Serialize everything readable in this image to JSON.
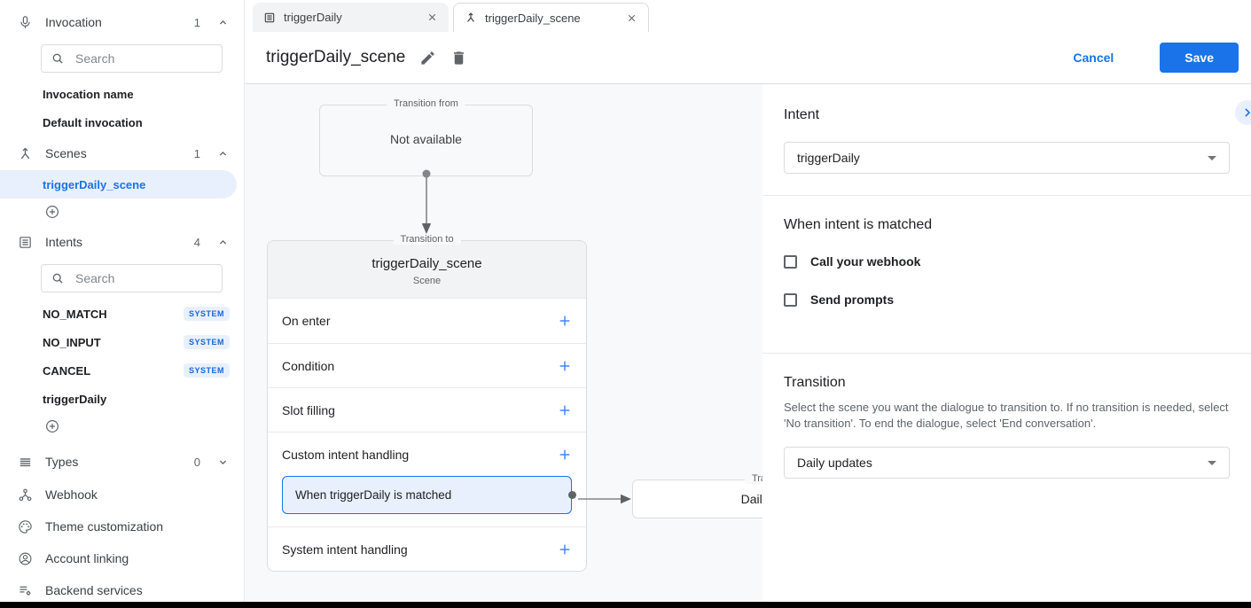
{
  "colors": {
    "accent": "#1a73e8",
    "accent_light": "#e8f0fe",
    "badge_text": "#1967d2",
    "canvas_bg": "#f8f9fa",
    "border": "#dadce0",
    "text": "#202124",
    "muted": "#5f6368"
  },
  "tabs": [
    {
      "label": "triggerDaily",
      "icon": "intent-list-icon",
      "active": false
    },
    {
      "label": "triggerDaily_scene",
      "icon": "scene-split-icon",
      "active": true
    }
  ],
  "header": {
    "title": "triggerDaily_scene",
    "cancel_label": "Cancel",
    "save_label": "Save"
  },
  "sidebar": {
    "invocation": {
      "label": "Invocation",
      "count": "1",
      "icon": "microphone-icon",
      "search_placeholder": "Search",
      "items": [
        {
          "label": "Invocation name"
        },
        {
          "label": "Default invocation"
        }
      ]
    },
    "scenes": {
      "label": "Scenes",
      "count": "1",
      "icon": "scene-split-icon",
      "items": [
        {
          "label": "triggerDaily_scene",
          "selected": true
        }
      ]
    },
    "intents": {
      "label": "Intents",
      "count": "4",
      "icon": "intent-list-icon",
      "search_placeholder": "Search",
      "items": [
        {
          "label": "NO_MATCH",
          "badge": "SYSTEM"
        },
        {
          "label": "NO_INPUT",
          "badge": "SYSTEM"
        },
        {
          "label": "CANCEL",
          "badge": "SYSTEM"
        },
        {
          "label": "triggerDaily",
          "badge": ""
        }
      ]
    },
    "types": {
      "label": "Types",
      "count": "0",
      "icon": "types-list-icon"
    },
    "links": [
      {
        "label": "Webhook",
        "icon": "webhook-icon"
      },
      {
        "label": "Theme customization",
        "icon": "palette-icon"
      },
      {
        "label": "Account linking",
        "icon": "account-circle-icon"
      },
      {
        "label": "Backend services",
        "icon": "backend-services-icon"
      }
    ]
  },
  "canvas": {
    "transition_from": {
      "legend": "Transition from",
      "content": "Not available"
    },
    "scene_card": {
      "legend": "Transition to",
      "title": "triggerDaily_scene",
      "subtitle": "Scene",
      "sections": [
        "On enter",
        "Condition",
        "Slot filling",
        "Custom intent handling",
        "System intent handling"
      ],
      "handler": "When triggerDaily is matched"
    },
    "target_card": {
      "legend": "Transition to",
      "content": "Daily updates"
    }
  },
  "panel": {
    "intent": {
      "heading": "Intent",
      "value": "triggerDaily"
    },
    "matched": {
      "heading": "When intent is matched",
      "checkboxes": [
        "Call your webhook",
        "Send prompts"
      ]
    },
    "transition": {
      "heading": "Transition",
      "description": "Select the scene you want the dialogue to transition to. If no transition is needed, select 'No transition'. To end the dialogue, select 'End conversation'.",
      "value": "Daily updates"
    }
  }
}
